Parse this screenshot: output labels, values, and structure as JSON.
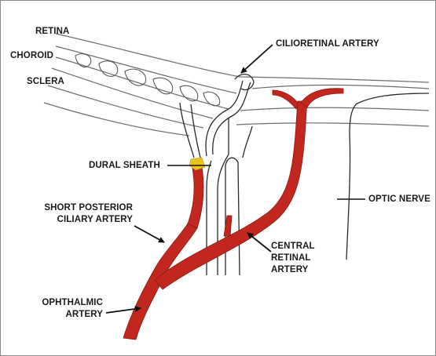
{
  "labels": {
    "retina": "RETINA",
    "choroid": "CHOROID",
    "sclera": "SCLERA",
    "cilioretinal_artery": "CILIORETINAL ARTERY",
    "dural_sheath": "DURAL SHEATH",
    "optic_nerve": "OPTIC NERVE",
    "short_posterior_ciliary_artery": [
      "SHORT POSTERIOR",
      "CILIARY ARTERY"
    ],
    "central_retinal_artery": [
      "CENTRAL",
      "RETINAL",
      "ARTERY"
    ],
    "ophthalmic_artery": [
      "OPHTHALMIC",
      "ARTERY"
    ]
  },
  "colors": {
    "artery": "#c1271f",
    "dural_sheath": "#e8c51c",
    "line": "#2a2a2a",
    "outline": "#6e6e6e"
  }
}
